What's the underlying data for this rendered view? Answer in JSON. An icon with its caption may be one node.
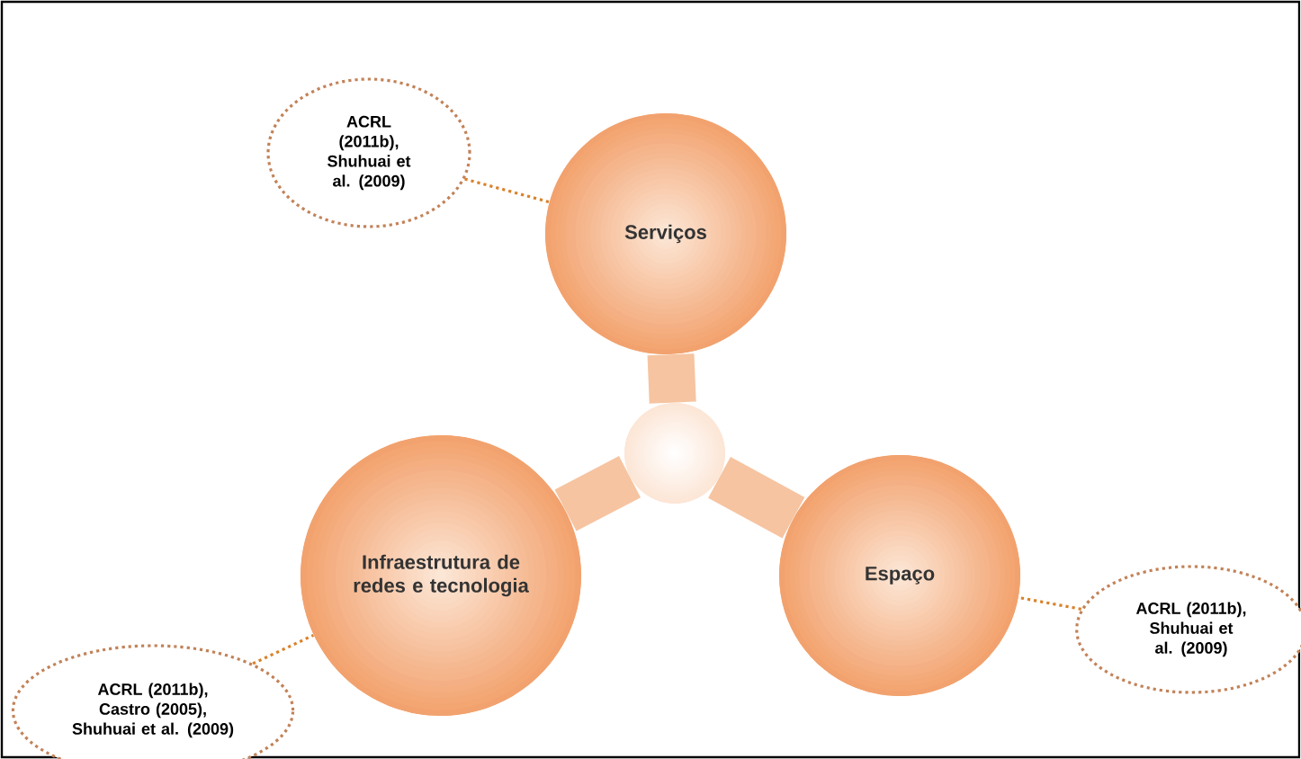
{
  "diagram": {
    "nodes": [
      {
        "text": [
          "ACRL (2011b), Shuhuai et al. (2009)"
        ]
      },
      {
        "text": [
          "Serviços"
        ]
      },
      {
        "text": [],
        "shape": "circle"
      },
      {
        "text": [
          "Infraestrutura de redes e tecnologia"
        ]
      },
      {
        "text": [
          "Espaço"
        ]
      },
      {
        "text": [
          "ACRL (2011b), Castro (2005), Shuhuai et al. (2009)"
        ]
      },
      {
        "text": [
          "ACRL (2011b), Shuhuai et al. (2009)"
        ]
      }
    ],
    "edges": [
      {
        "from": 0,
        "to": 1,
        "arrow": "none",
        "style": "dashed",
        "color": "#d9822b"
      },
      {
        "from": 2,
        "to": 1,
        "arrow": "none",
        "style": "thick",
        "color": "#f6c4a1"
      },
      {
        "from": 2,
        "to": 3,
        "arrow": "none",
        "style": "thick",
        "color": "#f6c4a1"
      },
      {
        "from": 2,
        "to": 4,
        "arrow": "none",
        "style": "thick",
        "color": "#f6c4a1"
      },
      {
        "from": 5,
        "to": 3,
        "arrow": "none",
        "style": "dashed",
        "color": "#d9822b"
      },
      {
        "from": 6,
        "to": 4,
        "arrow": "none",
        "style": "dashed",
        "color": "#d9822b"
      }
    ]
  }
}
